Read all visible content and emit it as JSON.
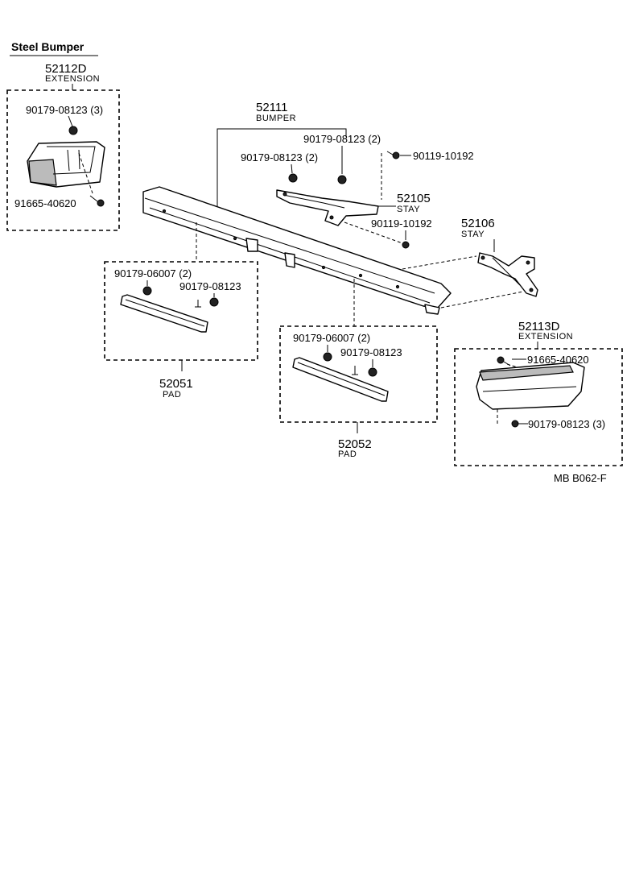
{
  "title": "Steel  Bumper",
  "code": "MB  B062-F",
  "parts": {
    "ext_left": {
      "number": "52112D",
      "name": "EXTENSION"
    },
    "bumper": {
      "number": "52111",
      "name": "BUMPER"
    },
    "stay_left": {
      "number": "52105",
      "name": "STAY"
    },
    "stay_right": {
      "number": "52106",
      "name": "STAY"
    },
    "pad_left": {
      "number": "52051",
      "name": "PAD"
    },
    "pad_right": {
      "number": "52052",
      "name": "PAD"
    },
    "ext_right": {
      "number": "52113D",
      "name": "EXTENSION"
    }
  },
  "fasteners": {
    "ext_left_nut": "90179-08123 (3)",
    "ext_left_bolt": "91665-40620",
    "stay_nut_a": "90179-08123 (2)",
    "stay_nut_b": "90179-08123 (2)",
    "stay_bolt_top": "90119-10192",
    "stay_bolt_mid": "90119-10192",
    "pad_left_clip": "90179-06007 (2)",
    "pad_left_nut": "90179-08123",
    "pad_right_clip": "90179-06007 (2)",
    "pad_right_nut": "90179-08123",
    "ext_right_bolt": "91665-40620",
    "ext_right_nut": "90179-08123 (3)"
  }
}
